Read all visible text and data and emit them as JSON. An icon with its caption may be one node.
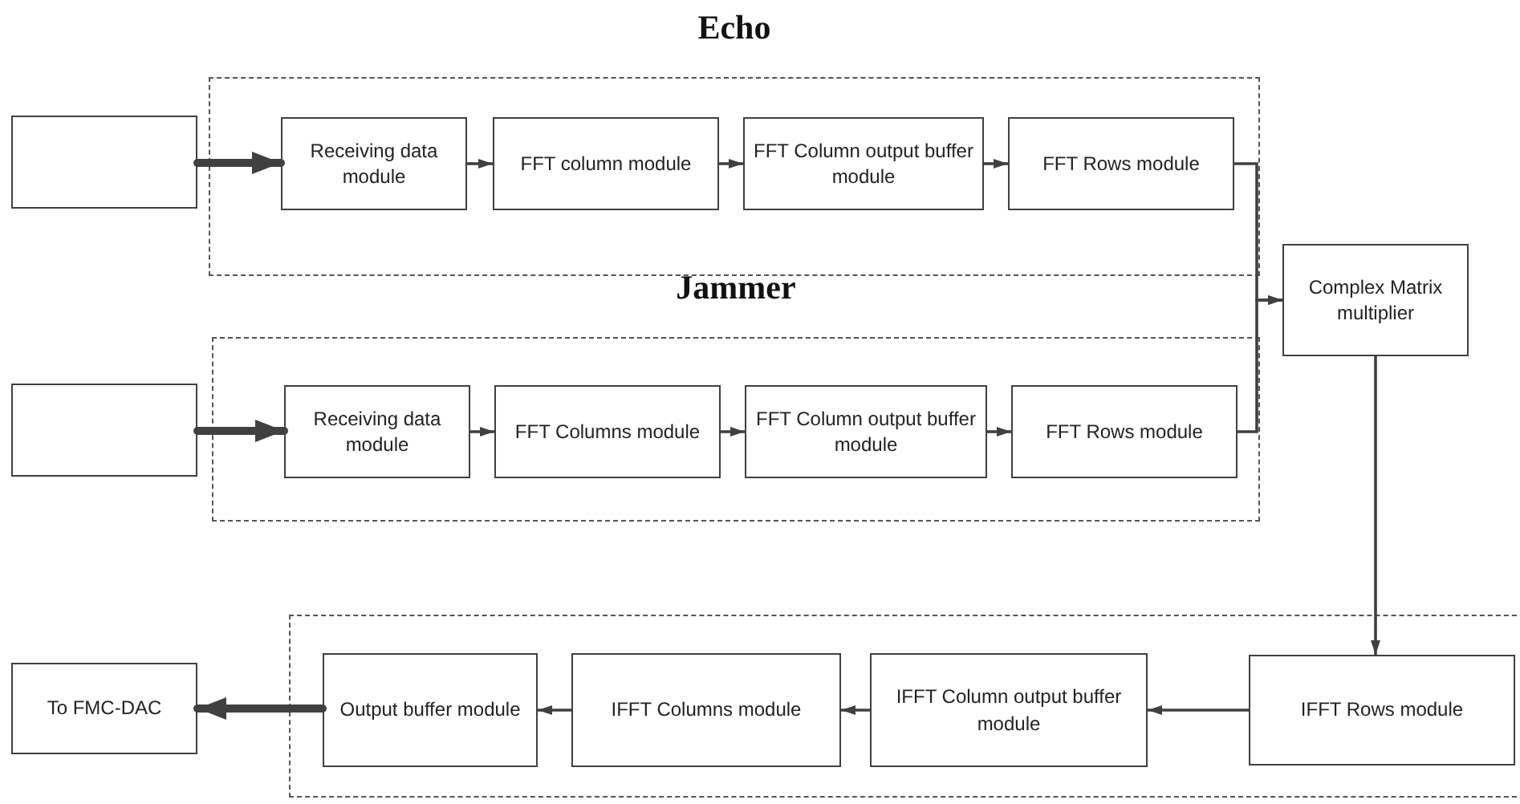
{
  "diagram": {
    "nodes": [
      {
        "text": [
          "Echo"
        ]
      },
      {
        "text": [],
        "shape": "box"
      },
      {
        "text": [
          "Receiving data module"
        ],
        "in": 0
      },
      {
        "text": [
          "FFT column module"
        ],
        "in": 0
      },
      {
        "text": [
          "FFT Column output buffer module"
        ],
        "in": 0
      },
      {
        "text": [
          "FFT Rows module"
        ],
        "in": 0
      },
      {
        "text": [
          "Jammer"
        ]
      },
      {
        "text": [],
        "shape": "box"
      },
      {
        "text": [
          "Receiving data module"
        ],
        "in": 6
      },
      {
        "text": [
          "FFT Columns module"
        ],
        "in": 6
      },
      {
        "text": [
          "FFT Column output buffer module"
        ],
        "in": 6
      },
      {
        "text": [
          "FFT Rows module"
        ],
        "in": 6
      },
      {
        "text": [
          "Complex Matrix multiplier"
        ]
      },
      {
        "text": [],
        "shape": "box"
      },
      {
        "text": [
          "IFFT Rows module"
        ],
        "in": 13
      },
      {
        "text": [
          "IFFT Column output buffer module"
        ],
        "in": 13
      },
      {
        "text": [
          "IFFT Columns module"
        ],
        "in": 13
      },
      {
        "text": [
          "Output buffer module"
        ],
        "in": 13
      },
      {
        "text": [
          "To FMC-DAC"
        ]
      }
    ],
    "edges": [
      {
        "from": 1,
        "to": 2,
        "arrow": "to",
        "style": "thick"
      },
      {
        "from": 2,
        "to": 3,
        "arrow": "to"
      },
      {
        "from": 3,
        "to": 4,
        "arrow": "to"
      },
      {
        "from": 4,
        "to": 5,
        "arrow": "to"
      },
      {
        "from": 5,
        "to": 12,
        "arrow": "to"
      },
      {
        "from": 7,
        "to": 8,
        "arrow": "to",
        "style": "thick"
      },
      {
        "from": 8,
        "to": 9,
        "arrow": "to"
      },
      {
        "from": 9,
        "to": 10,
        "arrow": "to"
      },
      {
        "from": 10,
        "to": 11,
        "arrow": "to"
      },
      {
        "from": 11,
        "to": 12,
        "arrow": "to"
      },
      {
        "from": 12,
        "to": 14,
        "arrow": "to"
      },
      {
        "from": 14,
        "to": 15,
        "arrow": "to"
      },
      {
        "from": 15,
        "to": 16,
        "arrow": "to"
      },
      {
        "from": 16,
        "to": 17,
        "arrow": "to"
      },
      {
        "from": 17,
        "to": 18,
        "arrow": "to",
        "style": "thick"
      }
    ]
  }
}
